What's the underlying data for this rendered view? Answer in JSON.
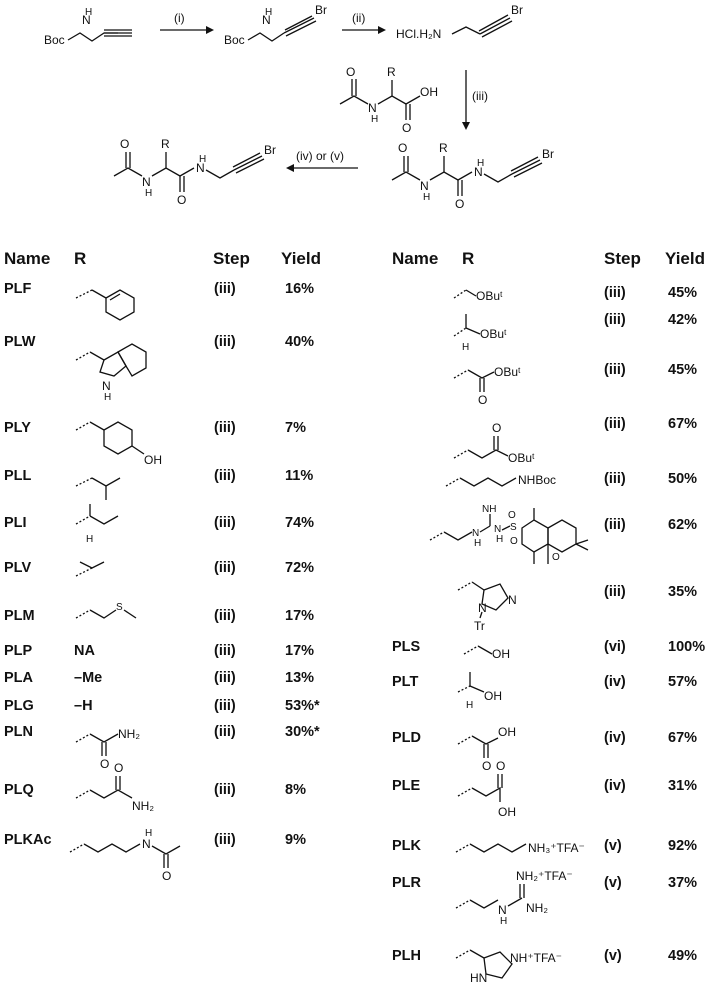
{
  "scheme": {
    "step_i": "(i)",
    "step_ii": "(ii)",
    "step_iii": "(iii)",
    "step_iv_v": "(iv) or (v)",
    "boc": "Boc",
    "hcl_salt": "HCl.H₂N",
    "br": "Br",
    "r": "R",
    "n": "N",
    "h": "H",
    "o": "O",
    "oh": "OH"
  },
  "headers": {
    "name": "Name",
    "r": "R",
    "step": "Step",
    "yield": "Yield"
  },
  "left_rows": [
    {
      "name": "PLF",
      "r": "",
      "r_icon": "benzyl",
      "step": "(iii)",
      "yield": "16%"
    },
    {
      "name": "PLW",
      "r": "",
      "r_icon": "indolylmethyl",
      "step": "(iii)",
      "yield": "40%"
    },
    {
      "name": "PLY",
      "r": "",
      "r_icon": "hydroxybenzyl",
      "step": "(iii)",
      "yield": "7%"
    },
    {
      "name": "PLL",
      "r": "",
      "r_icon": "isobutyl",
      "step": "(iii)",
      "yield": "11%"
    },
    {
      "name": "PLI",
      "r": "",
      "r_icon": "sec-butyl",
      "step": "(iii)",
      "yield": "74%"
    },
    {
      "name": "PLV",
      "r": "",
      "r_icon": "isopropyl",
      "step": "(iii)",
      "yield": "72%"
    },
    {
      "name": "PLM",
      "r": "",
      "r_icon": "methylthioethyl",
      "step": "(iii)",
      "yield": "17%"
    },
    {
      "name": "PLP",
      "r": "NA",
      "r_icon": "",
      "step": "(iii)",
      "yield": "17%"
    },
    {
      "name": "PLA",
      "r": "–Me",
      "r_icon": "",
      "step": "(iii)",
      "yield": "13%"
    },
    {
      "name": "PLG",
      "r": "–H",
      "r_icon": "",
      "step": "(iii)",
      "yield": "53%*"
    },
    {
      "name": "PLN",
      "r": "",
      "r_icon": "carbamoylmethyl",
      "step": "(iii)",
      "yield": "30%*"
    },
    {
      "name": "PLQ",
      "r": "",
      "r_icon": "carbamoylethyl",
      "step": "(iii)",
      "yield": "8%"
    },
    {
      "name": "PLKAc",
      "r": "",
      "r_icon": "acetamidobutyl",
      "step": "(iii)",
      "yield": "9%"
    }
  ],
  "right_rows": [
    {
      "name": "",
      "r_icon": "tBuO-methyl",
      "r_label": "OBuᵗ",
      "step": "(iii)",
      "yield": "45%"
    },
    {
      "name": "",
      "r_icon": "tBuO-ethyl",
      "r_label": "OBuᵗ",
      "step": "(iii)",
      "yield": "42%"
    },
    {
      "name": "",
      "r_icon": "tBu-ester-methyl",
      "r_label": "OBuᵗ",
      "step": "(iii)",
      "yield": "45%"
    },
    {
      "name": "",
      "r_icon": "tBu-ester-ethyl",
      "r_label": "OBuᵗ",
      "step": "(iii)",
      "yield": "67%"
    },
    {
      "name": "",
      "r_icon": "boc-aminobutyl",
      "r_label": "NHBoc",
      "step": "(iii)",
      "yield": "50%"
    },
    {
      "name": "",
      "r_icon": "pmc-guanidinopropyl",
      "r_label": "",
      "step": "(iii)",
      "yield": "62%"
    },
    {
      "name": "",
      "r_icon": "trityl-imidazolylmethyl",
      "r_label": "Tr",
      "step": "(iii)",
      "yield": "35%"
    },
    {
      "name": "PLS",
      "r_icon": "hydroxymethyl",
      "r_label": "OH",
      "step": "(vi)",
      "yield": "100%"
    },
    {
      "name": "PLT",
      "r_icon": "hydroxyethyl",
      "r_label": "OH",
      "step": "(iv)",
      "yield": "57%"
    },
    {
      "name": "PLD",
      "r_icon": "carboxymethyl",
      "r_label": "OH",
      "step": "(iv)",
      "yield": "67%"
    },
    {
      "name": "PLE",
      "r_icon": "carboxyethyl",
      "r_label": "OH",
      "step": "(iv)",
      "yield": "31%"
    },
    {
      "name": "PLK",
      "r_icon": "ammoniobutyl",
      "r_label": "NH₃⁺TFA⁻",
      "step": "(v)",
      "yield": "92%"
    },
    {
      "name": "PLR",
      "r_icon": "guanidiniumpropyl",
      "r_label": "NH₂⁺TFA⁻",
      "step": "(v)",
      "yield": "37%"
    },
    {
      "name": "PLH",
      "r_icon": "imidazolium-methyl",
      "r_label": "NH⁺TFA⁻",
      "step": "(v)",
      "yield": "49%"
    }
  ]
}
